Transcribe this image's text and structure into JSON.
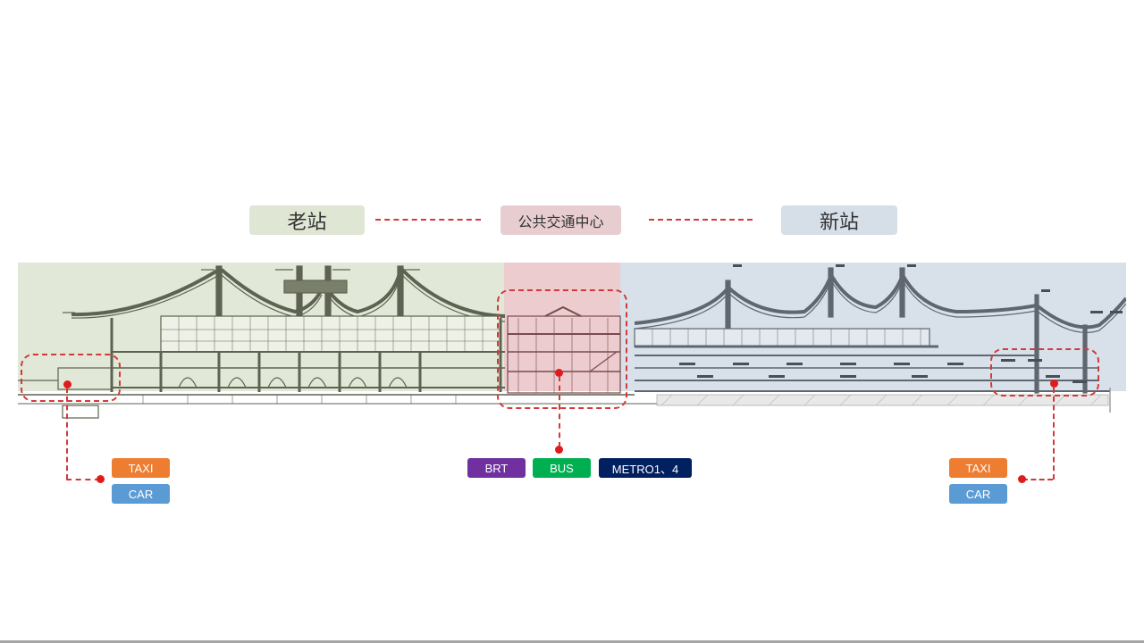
{
  "header": {
    "old_station_label": "老站",
    "transit_center_label": "公共交通中心",
    "new_station_label": "新站"
  },
  "zones": {
    "old_station": {
      "name": "old-station-zone",
      "color": "#e2e8d7"
    },
    "transit_center": {
      "name": "transit-center-zone",
      "color": "#ecccce"
    },
    "new_station": {
      "name": "new-station-zone",
      "color": "#d8e1ea"
    }
  },
  "colors": {
    "connector_red": "#d23a3a",
    "label_old_bg": "#dfe6d4",
    "label_transit_bg": "#e8cdd0",
    "label_new_bg": "#d6dfe8"
  },
  "left_modes": [
    {
      "label": "TAXI",
      "color": "#ed7d31"
    },
    {
      "label": "CAR",
      "color": "#5b9bd5"
    }
  ],
  "center_modes": [
    {
      "label": "BRT",
      "color": "#7030a0"
    },
    {
      "label": "BUS",
      "color": "#00b050"
    },
    {
      "label": "METRO1、4",
      "color": "#002060"
    }
  ],
  "right_modes": [
    {
      "label": "TAXI",
      "color": "#ed7d31"
    },
    {
      "label": "CAR",
      "color": "#5b9bd5"
    }
  ]
}
